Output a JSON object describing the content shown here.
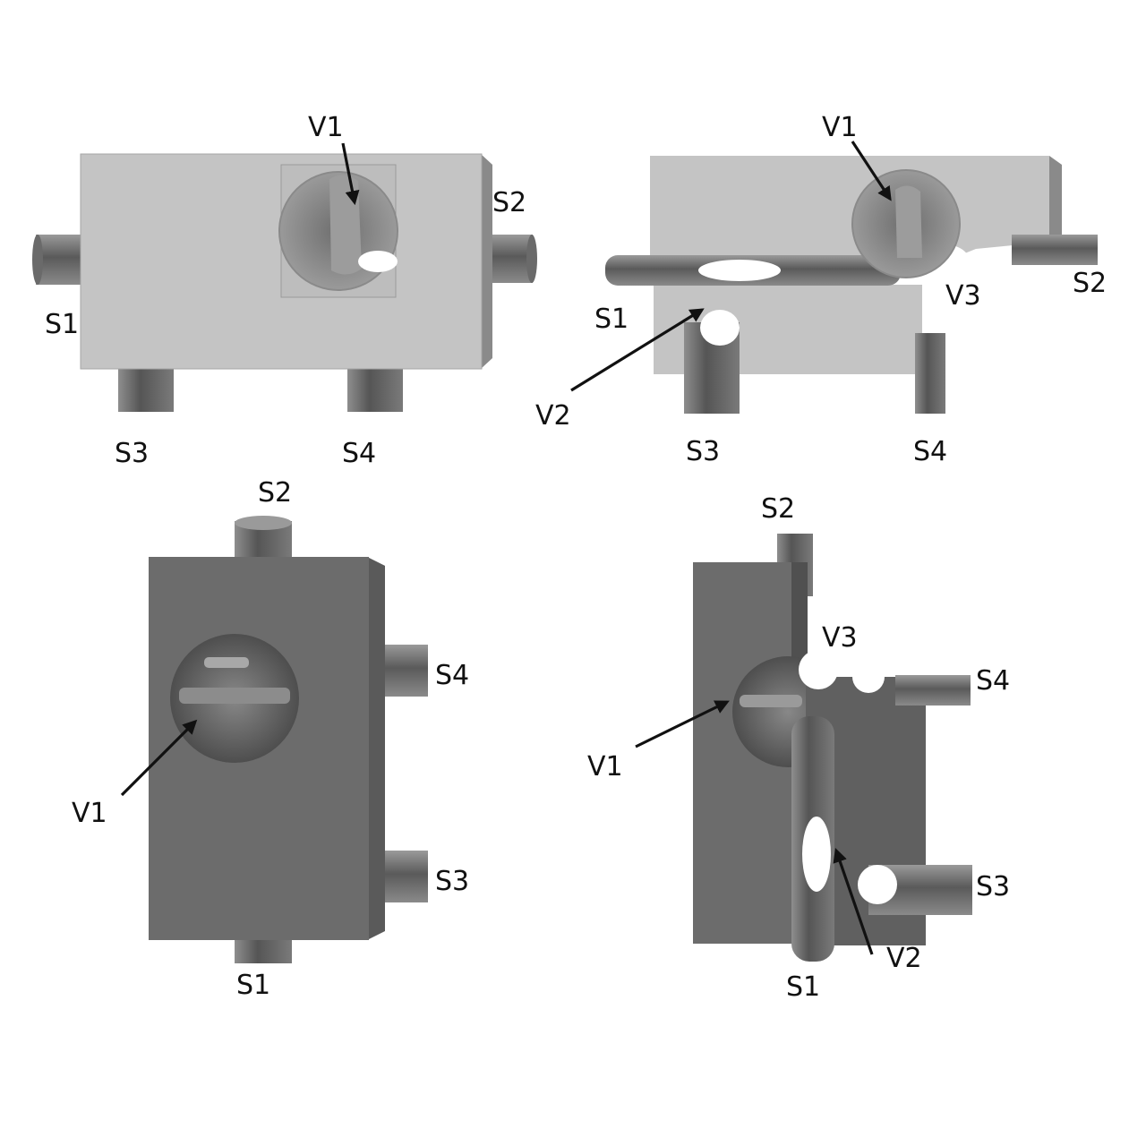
{
  "panels": {
    "top_left": {
      "v1": "V1",
      "s1": "S1",
      "s2": "S2",
      "s3": "S3",
      "s4": "S4"
    },
    "top_right": {
      "v1": "V1",
      "v2": "V2",
      "v3": "V3",
      "s1": "S1",
      "s2": "S2",
      "s3": "S3",
      "s4": "S4"
    },
    "bottom_left": {
      "v1": "V1",
      "s1": "S1",
      "s2": "S2",
      "s3": "S3",
      "s4": "S4"
    },
    "bottom_right": {
      "v1": "V1",
      "v2": "V2",
      "v3": "V3",
      "s1": "S1",
      "s2": "S2",
      "s3": "S3",
      "s4": "S4"
    }
  },
  "colors": {
    "light_body": "#c4c4c4",
    "light_side": "#8a8a8a",
    "dark_body": "#6c6c6c",
    "dark_side": "#505050",
    "pipe": "#7c7c7c",
    "arrow": "#111111"
  }
}
